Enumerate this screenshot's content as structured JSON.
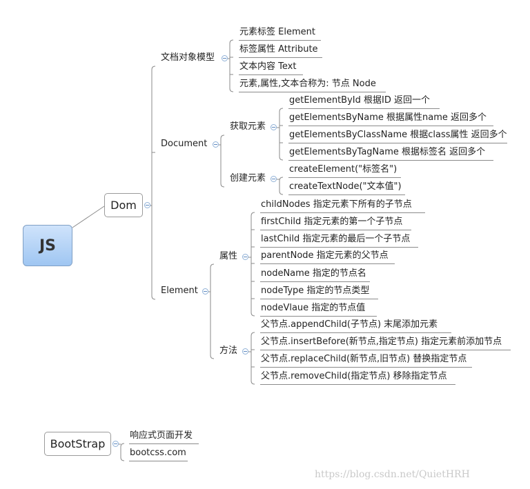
{
  "root": {
    "label": "JS"
  },
  "dom": {
    "label": "Dom"
  },
  "doc_model": {
    "label": "文档对象模型",
    "items": [
      "元素标签  Element",
      "标签属性 Attribute",
      "文本内容 Text",
      "元素,属性,文本合称为: 节点  Node"
    ]
  },
  "document": {
    "label": "Document",
    "get": {
      "label": "获取元素",
      "items": [
        "getElementById   根据ID  返回一个",
        "getElementsByName  根据属性name 返回多个",
        "getElementsByClassName 根据class属性 返回多个",
        "getElementsByTagName 根据标签名 返回多个"
      ]
    },
    "create": {
      "label": "创建元素",
      "items": [
        "createElement(\"标签名\")",
        "createTextNode(\"文本值\")"
      ]
    }
  },
  "element": {
    "label": "Element",
    "props": {
      "label": "属性",
      "items": [
        "childNodes    指定元素下所有的子节点",
        "firstChild  指定元素的第一个子节点",
        "lastChild  指定元素的最后一个子节点",
        "parentNode  指定元素的父节点",
        "nodeName  指定的节点名",
        "nodeType  指定的节点类型",
        "nodeVlaue  指定的节点值"
      ]
    },
    "methods": {
      "label": "方法",
      "items": [
        "父节点.appendChild(子节点)     末尾添加元素",
        "父节点.insertBefore(新节点,指定节点)  指定元素前添加节点",
        "父节点.replaceChild(新节点,旧节点) 替换指定节点",
        "父节点.removeChild(指定节点)  移除指定节点"
      ]
    }
  },
  "bootstrap": {
    "label": "BootStrap",
    "items": [
      "响应式页面开发",
      "bootcss.com"
    ]
  },
  "watermark": "https://blog.csdn.net/QuietHRH",
  "colors": {
    "line": "#8a8a8a",
    "root_fill_top": "#cfe3fb",
    "root_fill_bottom": "#9fc6f2",
    "collapse": "#5b88c0"
  }
}
